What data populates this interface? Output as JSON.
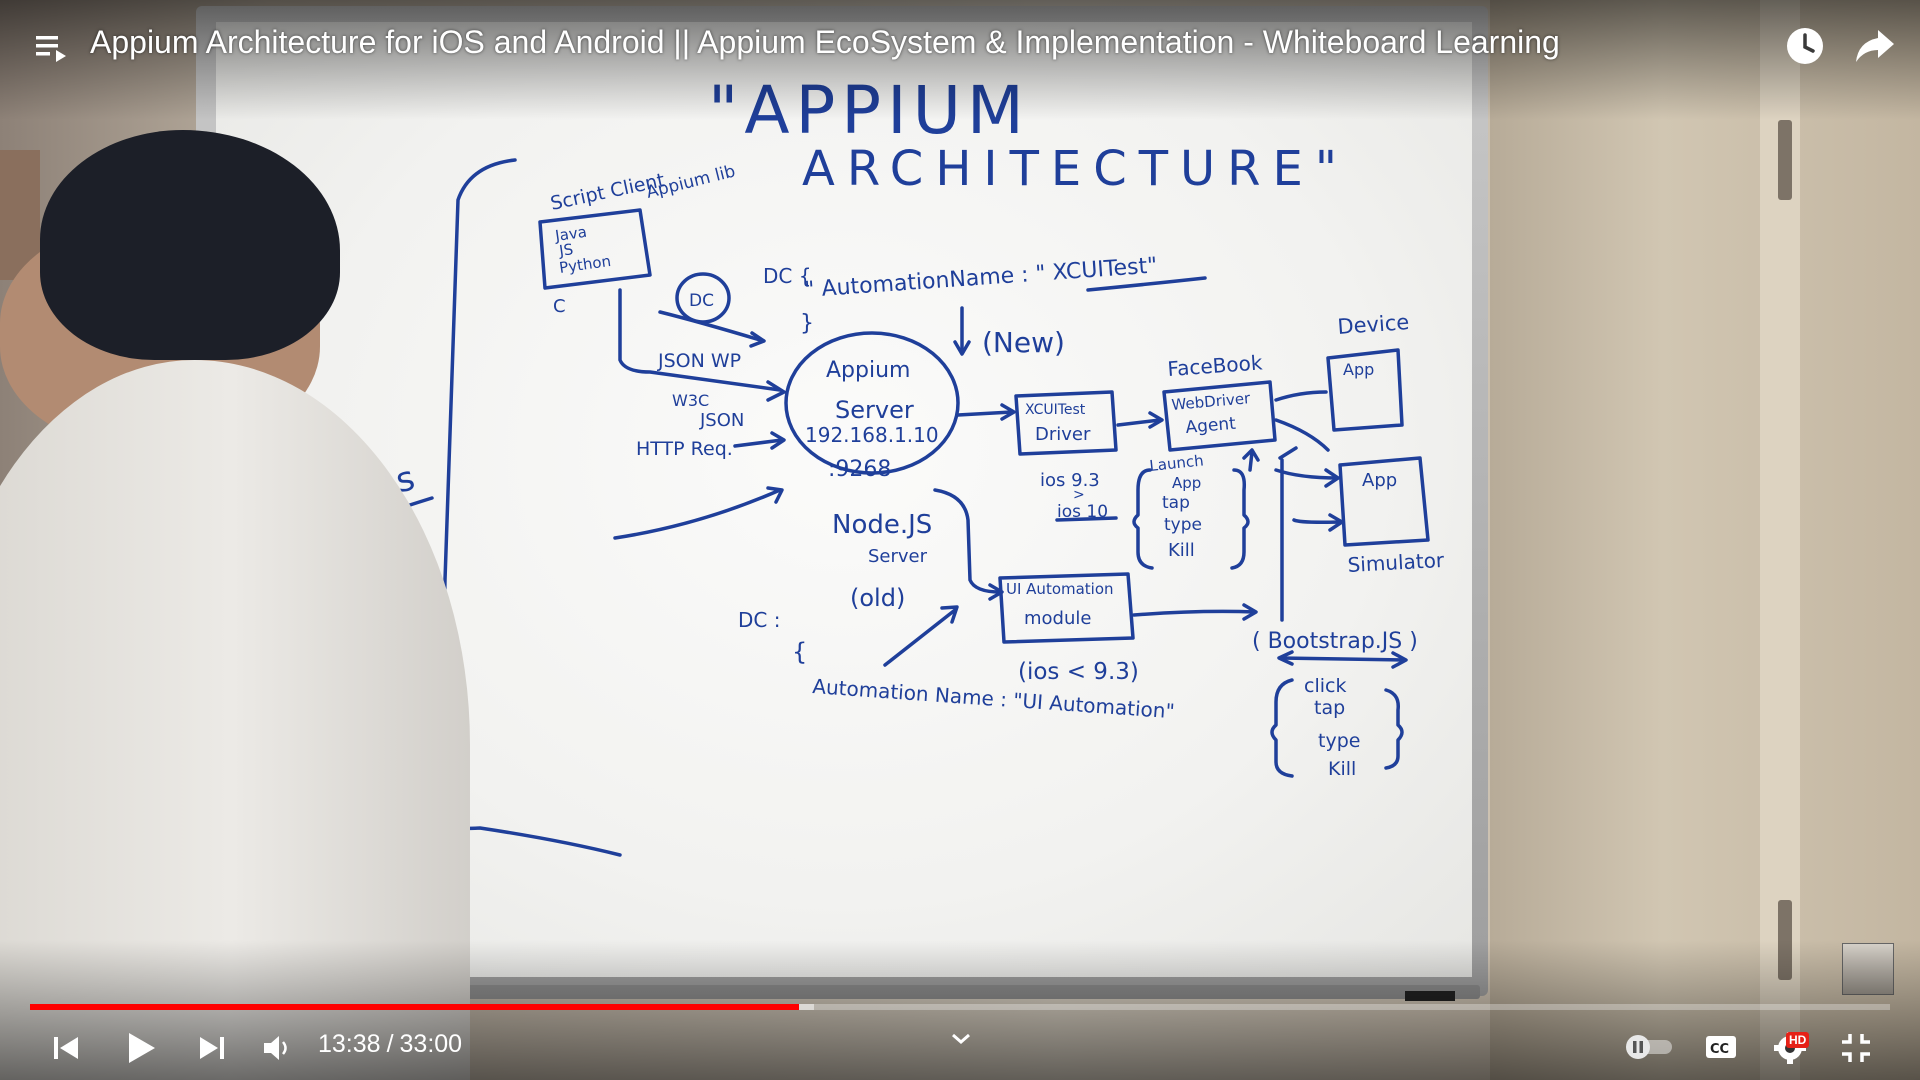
{
  "player": {
    "title": "Appium Architecture for iOS and Android || Appium EcoSystem & Implementation - Whiteboard Learning",
    "current_time": "13:38",
    "separator": "/",
    "duration": "33:00",
    "progress_fraction": 0.4133,
    "buffered_fraction": 0.4215,
    "accent_color": "#ff0000",
    "hd_label": "HD",
    "icons": [
      "playlist-icon",
      "watch-later-icon",
      "share-icon",
      "previous-icon",
      "play-icon",
      "next-icon",
      "volume-icon",
      "chevron-down-icon",
      "autoplay-toggle-icon",
      "captions-icon",
      "settings-icon",
      "exit-fullscreen-icon"
    ]
  },
  "whiteboard": {
    "ink_color": "#1f3f9a",
    "title_line1": "\"APPIUM",
    "title_line2": "ARCHITECTURE\"",
    "script_label": "Script Client",
    "appium_lib": "Appium lib",
    "client_languages": [
      "Java",
      "JS",
      "Python"
    ],
    "client_letter": "C",
    "dc_circle": "DC",
    "dc_open": "DC {",
    "automation_name_new": "\" AutomationName : \" XCUITest\"",
    "dc_close": "}",
    "new_label": "(New)",
    "jsonwp": "JSON WP",
    "w3c": "W3C",
    "json": "JSON",
    "http_req": "HTTP Req.",
    "server_line1": "Appium",
    "server_line2": "Server",
    "server_ip": "192.168.1.10",
    "server_port": ":9268",
    "nodejs": "Node.JS",
    "nodejs_server": "Server",
    "old_label": "(old)",
    "xcuitest_driver_1": "XCUITest",
    "xcuitest_driver_2": "Driver",
    "facebook": "FaceBook",
    "wda_1": "WebDriver",
    "wda_2": "Agent",
    "device": "Device",
    "simulator": "Simulator",
    "app_top": "App",
    "app_bottom": "App",
    "ios_version_a": "ios 9.3",
    "ios_version_b": "ios 10",
    "ios_gt": ">",
    "agent_actions": [
      "Launch",
      "App",
      "tap",
      "type",
      "Kill"
    ],
    "uiautomation_1": "UI Automation",
    "uiautomation_2": "module",
    "ios_lt": "(ios < 9.3)",
    "bootstrap": "( Bootstrap.JS )",
    "bootstrap_actions": [
      "click",
      "tap",
      "type",
      "Kill"
    ],
    "dc_old": "DC :",
    "dc_old_brace": "{",
    "automation_name_old": "Automation Name : \"UI Automation\"",
    "ios_side_label": "ios"
  }
}
